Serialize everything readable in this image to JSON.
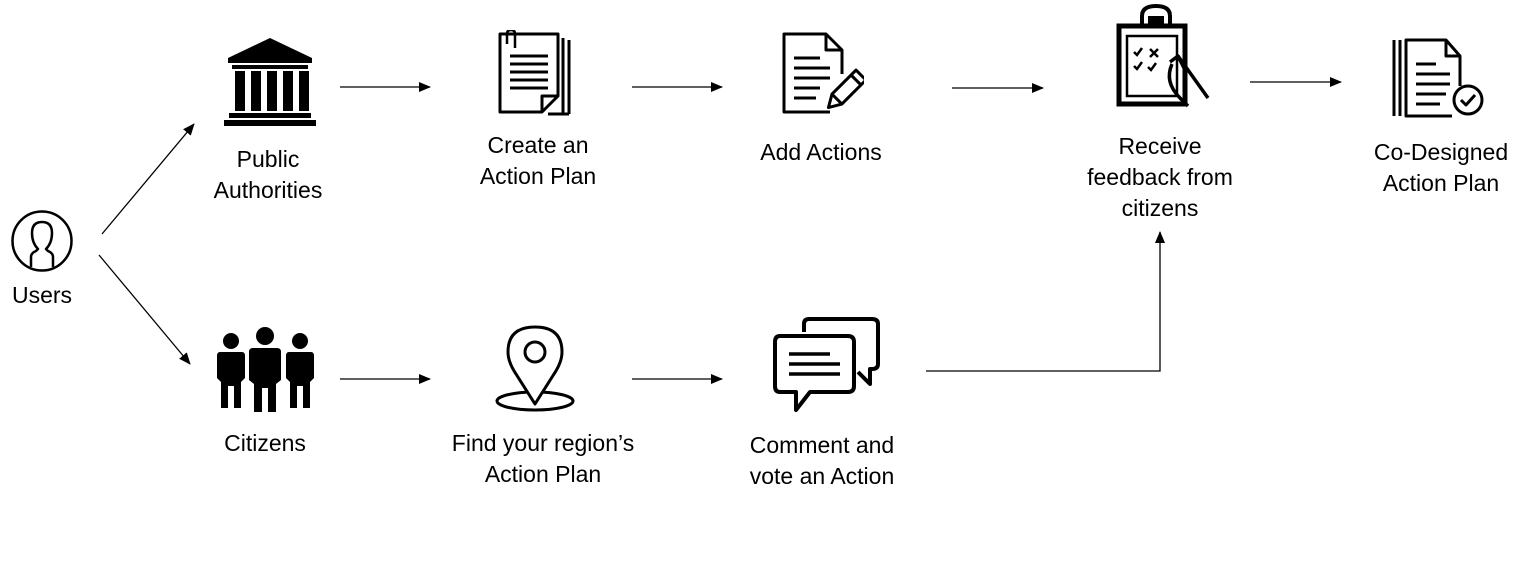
{
  "nodes": {
    "users": {
      "label": "Users",
      "icon": "user-outline-icon"
    },
    "public_authorities": {
      "label_line1": "Public",
      "label_line2": "Authorities",
      "icon": "government-building-icon"
    },
    "create_action_plan": {
      "label_line1": "Create an",
      "label_line2": "Action Plan",
      "icon": "document-with-clip-icon"
    },
    "add_actions": {
      "label": "Add Actions",
      "icon": "document-edit-pencil-icon"
    },
    "receive_feedback": {
      "label_line1": "Receive",
      "label_line2": "feedback from",
      "label_line3": "citizens",
      "icon": "clipboard-checklist-icon"
    },
    "co_designed_plan": {
      "label_line1": "Co-Designed",
      "label_line2": "Action Plan",
      "icon": "document-approved-icon"
    },
    "citizens": {
      "label": "Citizens",
      "icon": "group-of-people-icon"
    },
    "find_region_plan": {
      "label_line1": "Find your region’s",
      "label_line2": "Action Plan",
      "icon": "location-pin-icon"
    },
    "comment_vote": {
      "label_line1": "Comment and",
      "label_line2": "vote an Action",
      "icon": "chat-bubbles-icon"
    }
  },
  "colors": {
    "stroke": "#000000",
    "background": "#ffffff"
  }
}
